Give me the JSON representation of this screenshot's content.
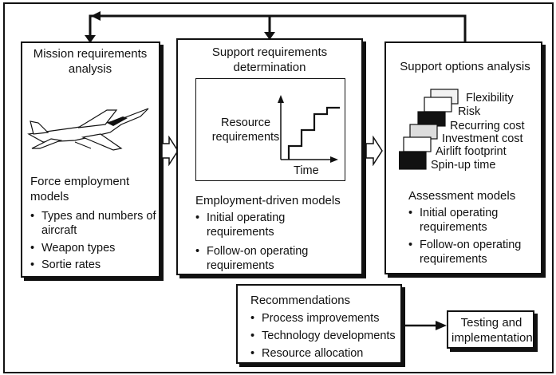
{
  "mission": {
    "title": "Mission requirements analysis",
    "models_title": "Force employment models",
    "bullets": [
      "Types and numbers of aircraft",
      "Weapon types",
      "Sortie rates"
    ]
  },
  "support_req": {
    "title": "Support requirements determination",
    "inset_ylabel": "Resource requirements",
    "inset_xlabel": "Time",
    "models_title": "Employment-driven models",
    "bullets": [
      "Initial operating requirements",
      "Follow-on operating requirements"
    ]
  },
  "support_opt": {
    "title": "Support options analysis",
    "cards": [
      "Flexibility",
      "Risk",
      "Recurring cost",
      "Investment cost",
      "Airlift footprint",
      "Spin-up time"
    ],
    "models_title": "Assessment models",
    "bullets": [
      "Initial operating requirements",
      "Follow-on operating requirements"
    ]
  },
  "recommendations": {
    "title": "Recommendations",
    "bullets": [
      "Process improvements",
      "Technology developments",
      "Resource allocation"
    ]
  },
  "testing": {
    "label": "Testing and implementation"
  },
  "bullet_glyph": "•"
}
